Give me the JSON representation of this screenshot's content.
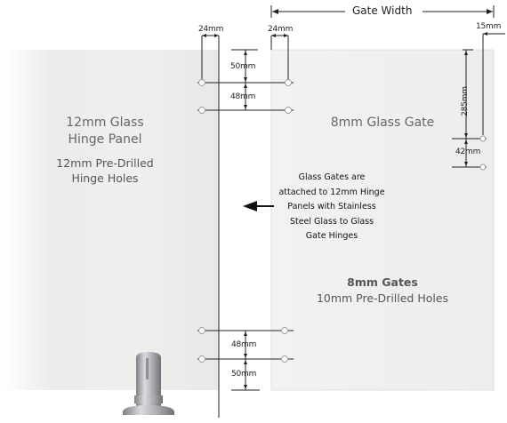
{
  "header": {
    "gate_width_label": "Gate Width"
  },
  "dimensions": {
    "hinge_offset_left": "24mm",
    "hinge_offset_right": "24mm",
    "edge_offset": "15mm",
    "top_hinge_from_top": "50mm",
    "top_hole_spacing": "48mm",
    "latch_hole_drop": "285mm",
    "latch_hole_spacing": "42mm",
    "bottom_hole_spacing": "48mm",
    "bottom_hinge_from_bottom": "50mm"
  },
  "hinge_panel": {
    "title_line1": "12mm Glass",
    "title_line2": "Hinge Panel",
    "sub_line1": "12mm Pre-Drilled",
    "sub_line2": "Hinge Holes"
  },
  "gate": {
    "title": "8mm Glass Gate",
    "holes_title": "8mm Gates",
    "holes_sub": "10mm Pre-Drilled Holes"
  },
  "note": {
    "line1": "Glass Gates are",
    "line2": "attached to 12mm Hinge",
    "line3": "Panels with Stainless",
    "line4": "Steel Glass to Glass",
    "line5": "Gate Hinges"
  },
  "colors": {
    "glass": "#eef0ee",
    "glass_shadow": "#dfe2df",
    "line": "#222222",
    "hole_stroke": "#9a9a9a",
    "post": "#a9abae"
  },
  "icons": {
    "arrow": "arrow-left-icon",
    "post": "glass-spigot-post"
  }
}
